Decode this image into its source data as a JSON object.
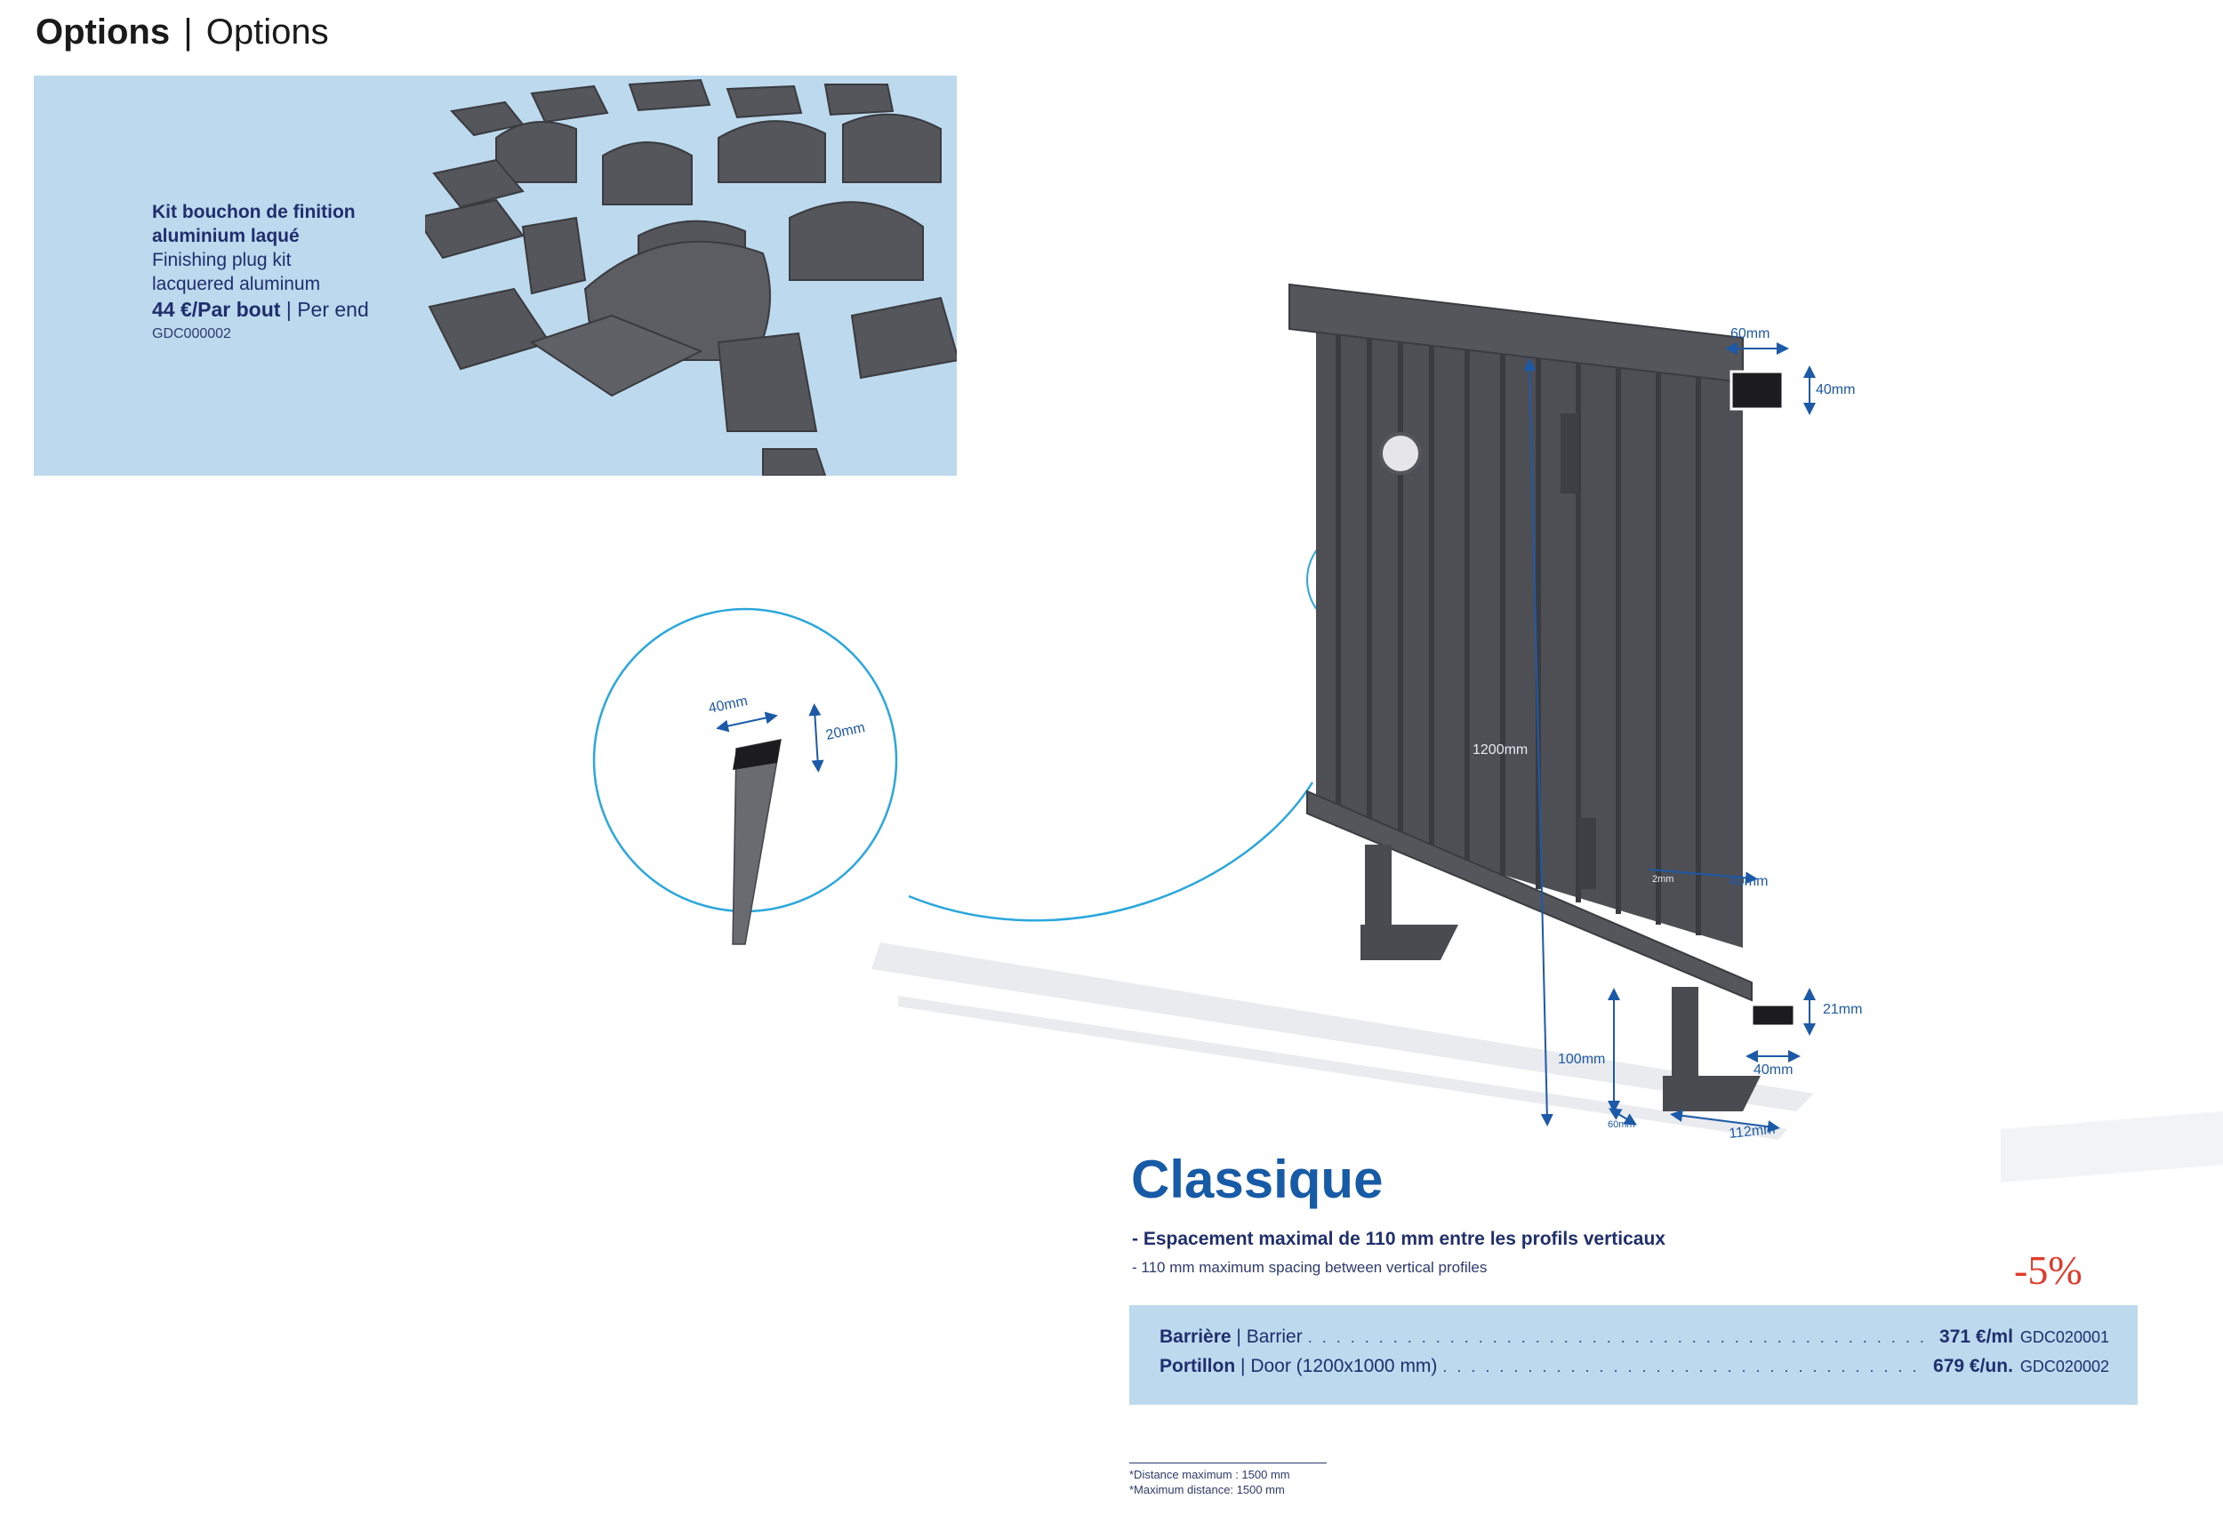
{
  "header": {
    "title_bold": "Options",
    "separator": "|",
    "title_light": "Options"
  },
  "plug_kit": {
    "name_fr_line1": "Kit bouchon de finition",
    "name_fr_line2": "aluminium laqué",
    "name_en_line1": "Finishing plug kit",
    "name_en_line2": "lacquered aluminum",
    "price_fr": "44 €/Par bout",
    "price_sep": "|",
    "price_en": "Per end",
    "code": "GDC000002"
  },
  "dimensions": {
    "baluster_width": "40mm",
    "baluster_depth": "20mm",
    "top_rail_width": "60mm",
    "top_rail_height": "40mm",
    "height": "1200mm",
    "gap_label": "2mm",
    "lower_rail_width": "40mm",
    "bottom_rail_height": "21mm",
    "ground_clearance": "100mm",
    "bottom_rail_width": "40mm",
    "base_width": "112mm",
    "base_depth": "60mm"
  },
  "product": {
    "title": "Classique",
    "feature_fr": "- Espacement maximal de 110 mm entre les profils verticaux",
    "feature_en": "- 110 mm maximum spacing between vertical profiles",
    "discount": "-5%"
  },
  "prices": [
    {
      "label_fr": "Barrière",
      "sep": "|",
      "label_en": "Barrier",
      "dots": ". . . . . . . . . . . . . . . . . . . . . . . . . . . . . . . . . . . . . . . . . . . . . . . . . . . . . . . . . . . . . . . . . . . . . . . . . . . . . . . . . . . . . .",
      "value": "371 €/ml",
      "code": "GDC020001"
    },
    {
      "label_fr": "Portillon",
      "sep": "|",
      "label_en": "Door (1200x1000 mm)",
      "dots": ". . . . . . . . . . . . . . . . . . . . . . . . . . . . . . . . . . . . . . . . . . . . . . . . . . . . . . . . . . . . . . . . . . . . . . . . .",
      "value": "679 €/un.",
      "code": "GDC020002"
    }
  ],
  "footnote": {
    "line1": "*Distance maximum : 1500 mm",
    "line2": "*Maximum distance: 1500 mm"
  },
  "colors": {
    "panel_blue": "#bcd9ee",
    "title_blue": "#175aa6",
    "text_navy": "#1f2f6e",
    "discount_red": "#e23a2a",
    "metal": "#4e4f54",
    "callout_cyan": "#2aa7dc",
    "dimension_blue": "#1c5aa8"
  }
}
